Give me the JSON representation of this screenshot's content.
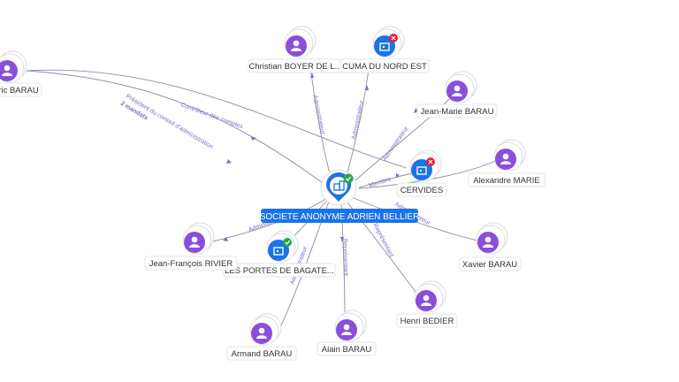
{
  "colors": {
    "person": "#8a4fd9",
    "company": "#1a73e8",
    "edge": "#7b7f95",
    "edge_label": "#7b6fc4",
    "active": "#27a745",
    "closed": "#e0243a"
  },
  "center": {
    "label": "SOCIETE ANONYME ADRIEN BELLIER",
    "icon": "building-icon",
    "status": "active"
  },
  "nodes": [
    {
      "id": "eric",
      "label": "ric BARAU",
      "type": "person"
    },
    {
      "id": "christian",
      "label": "Christian BOYER DE L...",
      "type": "person"
    },
    {
      "id": "cuma",
      "label": "CUMA DU NORD EST",
      "type": "company",
      "status": "closed"
    },
    {
      "id": "jeanmarie",
      "label": "Jean-Marie BARAU",
      "type": "person"
    },
    {
      "id": "alexandre",
      "label": "Alexandre MARIE",
      "type": "person"
    },
    {
      "id": "cervides",
      "label": "CERVIDES",
      "type": "company",
      "status": "closed"
    },
    {
      "id": "xavier",
      "label": "Xavier BARAU",
      "type": "person"
    },
    {
      "id": "henri",
      "label": "Henri BEDIER",
      "type": "person"
    },
    {
      "id": "alain",
      "label": "Alain BARAU",
      "type": "person"
    },
    {
      "id": "armand",
      "label": "Armand BARAU",
      "type": "person"
    },
    {
      "id": "portes",
      "label": "LES PORTES DE BAGATE...",
      "type": "company",
      "status": "active"
    },
    {
      "id": "jeanfrancois",
      "label": "Jean-François RIVIER",
      "type": "person"
    }
  ],
  "edge_labels": [
    {
      "id": "e1",
      "text": "Président du conseil d'administration"
    },
    {
      "id": "e1b",
      "text": "2 mandats"
    },
    {
      "id": "e2",
      "text": "Contrôleur des comptes"
    },
    {
      "id": "e3",
      "text": "Administrateur"
    },
    {
      "id": "e4",
      "text": "Administrateur"
    },
    {
      "id": "e5",
      "text": "Administrateur"
    },
    {
      "id": "e6",
      "text": "Membre"
    },
    {
      "id": "e7",
      "text": "Administrateur"
    },
    {
      "id": "e8",
      "text": "Représentant"
    },
    {
      "id": "e9",
      "text": "Représentant"
    },
    {
      "id": "e10",
      "text": "Administrateur"
    },
    {
      "id": "e11",
      "text": "Administrateur"
    }
  ]
}
